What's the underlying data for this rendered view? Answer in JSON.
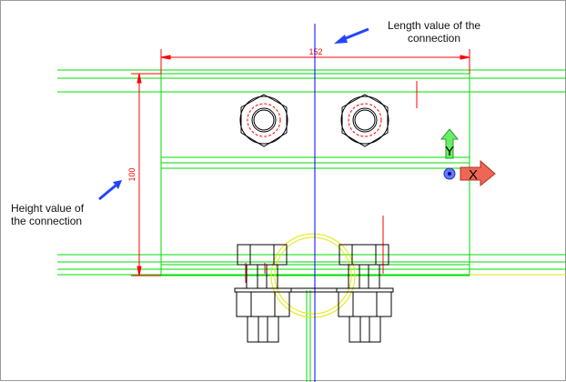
{
  "colors": {
    "background": "#ffffff",
    "member_lines": "#00dd00",
    "dimension": "#ff0000",
    "centerline": "#0000ff",
    "bolt_outline": "#000000",
    "hidden_circle": "#ff0000",
    "yellow_circle": "#e6e600",
    "ucs_y_arrow": "#66ee66",
    "ucs_x_arrow": "#ee6655",
    "annotation_arrow": "#2244ff"
  },
  "dimensions": {
    "length_value": "152",
    "height_value": "100"
  },
  "annotations": {
    "length_line1": "Length value of the",
    "length_line2": "connection",
    "height_line1": "Height value of",
    "height_line2": "the connection"
  },
  "ucs": {
    "y_label": "Y",
    "x_label": "X"
  }
}
